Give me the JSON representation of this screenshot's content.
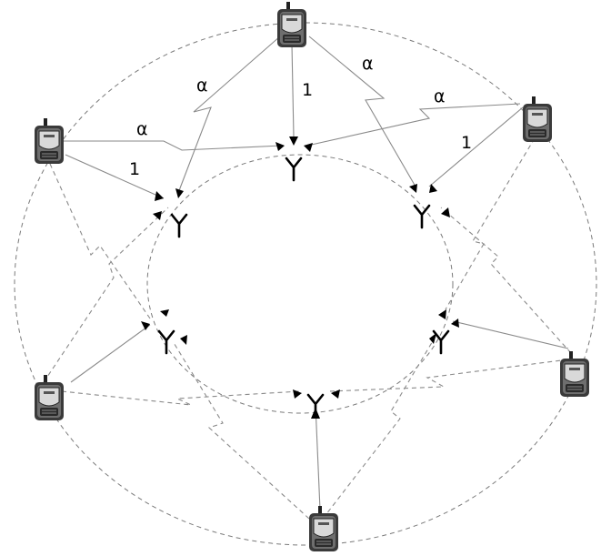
{
  "diagram": {
    "labels": {
      "alpha_top_left": "α",
      "one_top": "1",
      "alpha_top_right": "α",
      "alpha_right": "α",
      "alpha_left": "α",
      "one_right": "1",
      "one_left": "1"
    },
    "phones": [
      "phone",
      "phone",
      "phone",
      "phone",
      "phone",
      "phone"
    ],
    "antennas": [
      "antenna",
      "antenna",
      "antenna",
      "antenna",
      "antenna",
      "antenna"
    ]
  }
}
